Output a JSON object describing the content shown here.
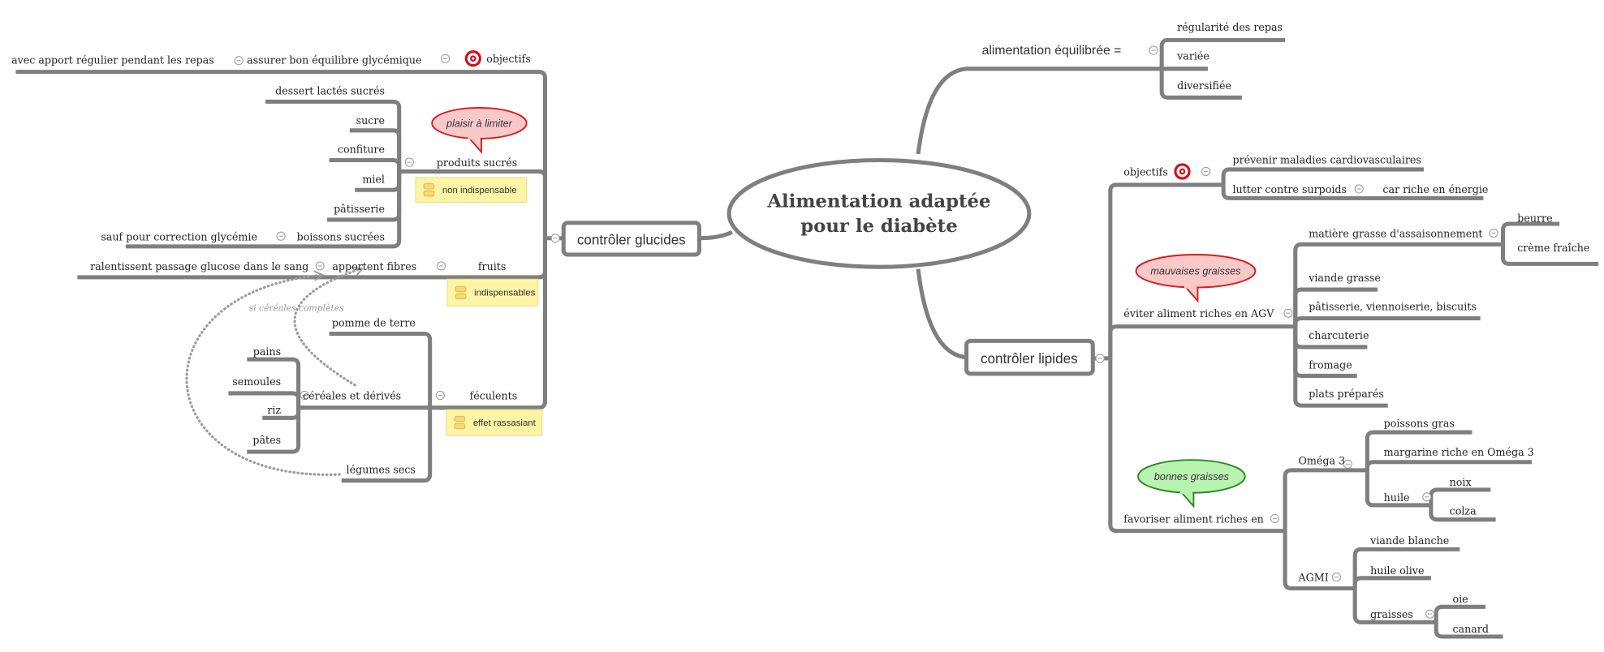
{
  "central": {
    "line1": "Alimentation adaptée",
    "line2": "pour le diabète"
  },
  "glucides": {
    "label": "contrôler glucides",
    "objectifs": {
      "label": "objectifs",
      "child": "assurer bon équilibre glycémique",
      "detail": "avec apport régulier pendant les repas"
    },
    "produits_sucres": {
      "label": "produits sucrés",
      "note": "non indispensable",
      "callout": "plaisir à limiter",
      "items": [
        "dessert lactés   sucrés",
        "sucre",
        "confiture",
        "miel",
        "pâtisserie"
      ],
      "boissons": {
        "label": "boissons sucrées",
        "detail": "sauf pour correction glycémie"
      }
    },
    "fruits": {
      "label": "fruits",
      "note": "indispensables",
      "child": "apportent fibres",
      "detail": "ralentissent passage glucose dans le sang"
    },
    "feculents": {
      "label": "féculents",
      "note": "effet rassasiant",
      "pomme": "pomme de terre",
      "cereales": {
        "label": "céréales et dérivés",
        "items": [
          "pains",
          "semoules",
          "riz",
          "pâtes"
        ]
      },
      "legumes": "légumes secs"
    },
    "relation_label": "si céréales complètes"
  },
  "equilibree": {
    "label": "alimentation équilibrée =",
    "items": [
      "régularité des repas",
      "variée",
      "diversifiée"
    ]
  },
  "lipides": {
    "label": "contrôler lipides",
    "objectifs": {
      "label": "objectifs",
      "prevenir": "prévenir maladies cardiovasculaires",
      "lutter": "lutter contre surpoids",
      "lutter_detail": "car riche en énergie"
    },
    "eviter": {
      "label": "éviter aliment riches en AGV",
      "callout": "mauvaises graisses",
      "matiere": {
        "label": "matière grasse d'assaisonnement",
        "items": [
          "beurre",
          "crème fraîche"
        ]
      },
      "items": [
        "viande grasse",
        "pâtisserie, viennoiserie, biscuits",
        "charcuterie",
        "fromage",
        "plats préparés"
      ]
    },
    "favoriser": {
      "label": "favoriser aliment riches en",
      "callout": "bonnes graisses",
      "omega": {
        "label": "Oméga 3",
        "items": [
          "poissons gras",
          "margarine riche en Oméga 3"
        ],
        "huile": {
          "label": "huile",
          "items": [
            "noix",
            "colza"
          ]
        }
      },
      "agmi": {
        "label": "AGMI",
        "items": [
          "viande blanche",
          "huile olive"
        ],
        "graisses": {
          "label": "graisses",
          "items": [
            "oie",
            "canard"
          ]
        }
      }
    }
  },
  "colors": {
    "branch": "#7f7f7f",
    "note_bg": "#fdf5a6",
    "note_border": "#f0e08a",
    "callout_red_fill": "#f9c9c9",
    "callout_red_stroke": "#d91c1c",
    "callout_green_fill": "#b9f3b0",
    "callout_green_stroke": "#2a8a2a",
    "target": "#d0101a"
  },
  "icons": {
    "collapse": "minus-circle-icon",
    "goal": "target-icon",
    "note": "note-icon"
  }
}
